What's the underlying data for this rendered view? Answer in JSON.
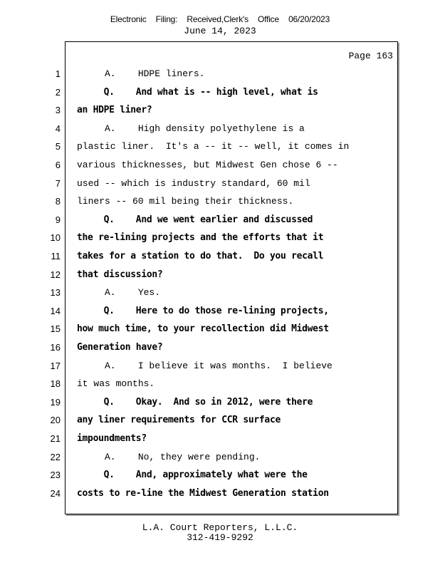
{
  "header": {
    "filing_stamp": "Electronic   Filing:   Received,Clerk's   Office  06/20/2023",
    "date": "June 14, 2023"
  },
  "page": {
    "label": "Page 163"
  },
  "lines": [
    {
      "num": "1",
      "text": "     A.    HDPE liners.",
      "bold": false
    },
    {
      "num": "2",
      "text": "     Q.    And what is -- high level, what is",
      "bold": true
    },
    {
      "num": "3",
      "text": "an HDPE liner?",
      "bold": true
    },
    {
      "num": "4",
      "text": "     A.    High density polyethylene is a",
      "bold": false
    },
    {
      "num": "5",
      "text": "plastic liner.  It's a -- it -- well, it comes in",
      "bold": false
    },
    {
      "num": "6",
      "text": "various thicknesses, but Midwest Gen chose 6 --",
      "bold": false
    },
    {
      "num": "7",
      "text": "used -- which is industry standard, 60 mil",
      "bold": false
    },
    {
      "num": "8",
      "text": "liners -- 60 mil being their thickness.",
      "bold": false
    },
    {
      "num": "9",
      "text": "     Q.    And we went earlier and discussed",
      "bold": true
    },
    {
      "num": "10",
      "text": "the re-lining projects and the efforts that it",
      "bold": true
    },
    {
      "num": "11",
      "text": "takes for a station to do that.  Do you recall",
      "bold": true
    },
    {
      "num": "12",
      "text": "that discussion?",
      "bold": true
    },
    {
      "num": "13",
      "text": "     A.    Yes.",
      "bold": false
    },
    {
      "num": "14",
      "text": "     Q.    Here to do those re-lining projects,",
      "bold": true
    },
    {
      "num": "15",
      "text": "how much time, to your recollection did Midwest",
      "bold": true
    },
    {
      "num": "16",
      "text": "Generation have?",
      "bold": true
    },
    {
      "num": "17",
      "text": "     A.    I believe it was months.  I believe",
      "bold": false
    },
    {
      "num": "18",
      "text": "it was months.",
      "bold": false
    },
    {
      "num": "19",
      "text": "     Q.    Okay.  And so in 2012, were there",
      "bold": true
    },
    {
      "num": "20",
      "text": "any liner requirements for CCR surface",
      "bold": true
    },
    {
      "num": "21",
      "text": "impoundments?",
      "bold": true
    },
    {
      "num": "22",
      "text": "     A.    No, they were pending.",
      "bold": false
    },
    {
      "num": "23",
      "text": "     Q.    And, approximately what were the",
      "bold": true
    },
    {
      "num": "24",
      "text": "costs to re-line the Midwest Generation station",
      "bold": true
    }
  ],
  "footer": {
    "firm": "L.A. Court Reporters, L.L.C.",
    "phone": "312-419-9292"
  }
}
